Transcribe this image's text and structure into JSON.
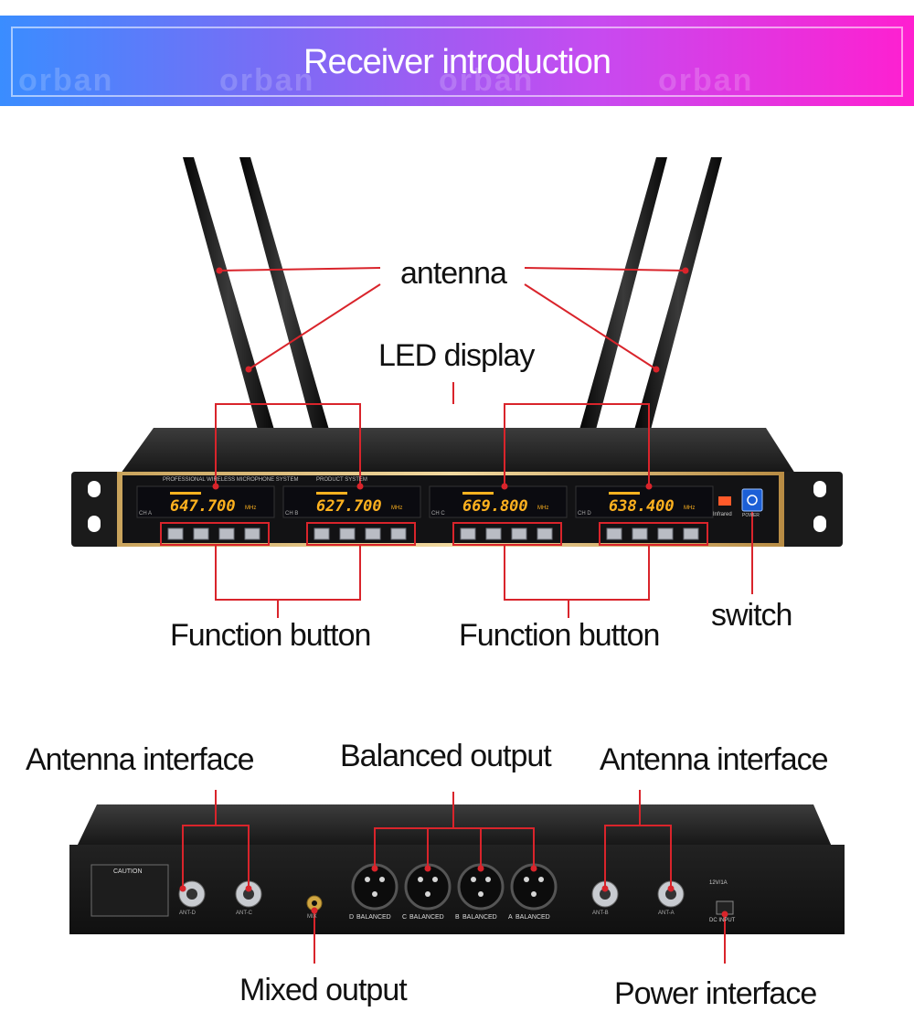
{
  "banner": {
    "title": "Receiver introduction",
    "watermark": "orban"
  },
  "front_panel": {
    "header_texts": [
      "PROFESSIONAL WIRELESS MICROPHONE SYSTEM",
      "PRODUCT SYSTEM"
    ],
    "channels": [
      {
        "tag": "CH A",
        "freq": "647.700",
        "unit": "MHz"
      },
      {
        "tag": "CH B",
        "freq": "627.700",
        "unit": "MHz"
      },
      {
        "tag": "CH C",
        "freq": "669.800",
        "unit": "MHz"
      },
      {
        "tag": "CH D",
        "freq": "638.400",
        "unit": "MHz"
      }
    ],
    "infrared_label": "Infrared",
    "power_label": "POWER"
  },
  "rear_panel": {
    "ports": {
      "ant_d": "ANT-D",
      "ant_c": "ANT-C",
      "ant_b": "ANT-B",
      "ant_a": "ANT-A",
      "mix": "MIX",
      "dc_input": "DC INPUT",
      "balanced": "BALANCED",
      "balanced_tags": [
        "D",
        "C",
        "B",
        "A"
      ]
    },
    "caution": "CAUTION",
    "dc_rating": "12V/1A"
  },
  "labels": {
    "antenna": "antenna",
    "led_display": "LED display",
    "function_button_left": "Function button",
    "function_button_right": "Function button",
    "switch": "switch",
    "antenna_interface_left": "Antenna interface",
    "balanced_output": "Balanced output",
    "antenna_interface_right": "Antenna interface",
    "mixed_output": "Mixed output",
    "power_interface": "Power interface"
  },
  "colors": {
    "banner_start": "#3a8dff",
    "banner_end": "#ff1fd0",
    "callout": "#d9242b",
    "lcd_bg": "#0b0b10",
    "lcd_text": "#ffb21f",
    "power_button": "#1c5fd6"
  }
}
